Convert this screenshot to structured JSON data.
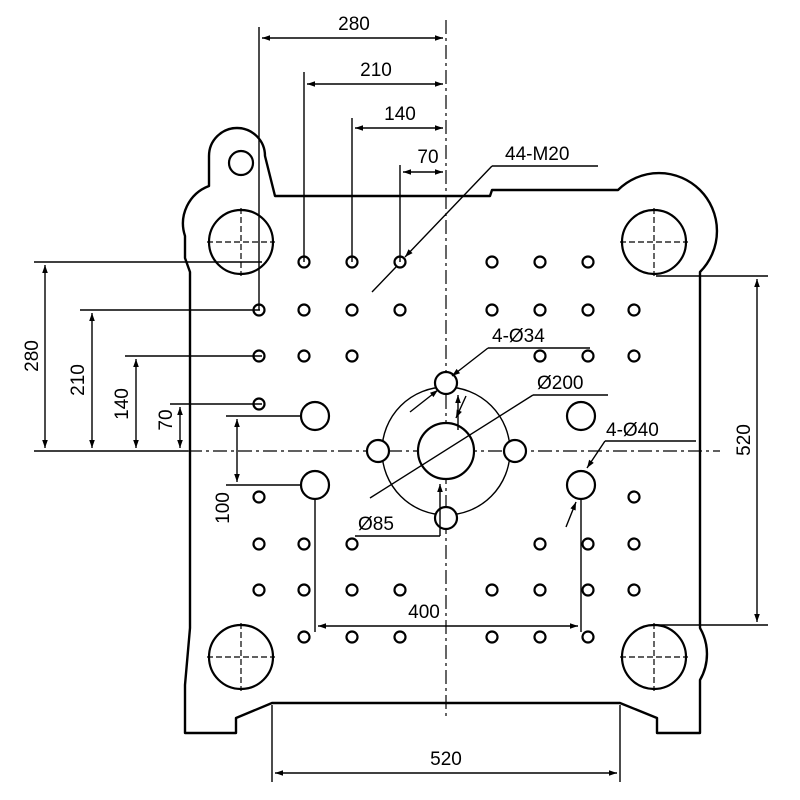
{
  "labels": {
    "top_280": "280",
    "top_210": "210",
    "top_140": "140",
    "top_70": "70",
    "left_280": "280",
    "left_210": "210",
    "left_140": "140",
    "left_70": "70",
    "left_100": "100",
    "right_520": "520",
    "bottom_520": "520",
    "bottom_400": "400",
    "callout_tapped": "44-M20",
    "callout_small_holes": "4-Ø34",
    "callout_ring": "Ø200",
    "callout_large_holes": "4-Ø40",
    "callout_center": "Ø85"
  }
}
